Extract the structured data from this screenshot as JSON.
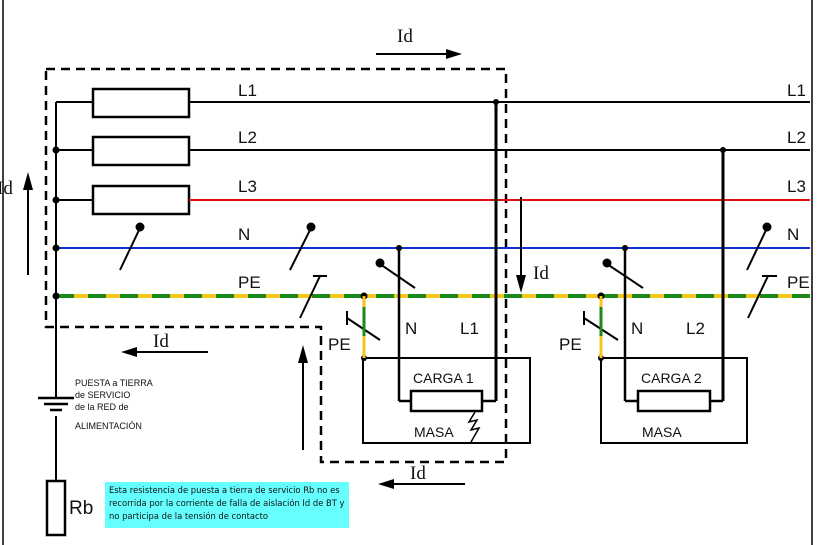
{
  "colors": {
    "L1": "#000000",
    "L2": "#000000",
    "L3": "#e01010",
    "N": "#1030d0",
    "PE_green": "#1a8a1a",
    "PE_yellow": "#f5c518",
    "note_bg": "#66ffff"
  },
  "left_labels": {
    "L1": "L1",
    "L2": "L2",
    "L3": "L3",
    "N": "N",
    "PE": "PE"
  },
  "right_labels": {
    "L1": "L1",
    "L2": "L2",
    "L3": "L3",
    "N": "N",
    "PE": "PE"
  },
  "currents": {
    "top": "Id",
    "left": "Id",
    "bottom_left": "Id",
    "bottom": "Id",
    "fault": "Id"
  },
  "load1": {
    "title": "CARGA 1",
    "frame": "MASA",
    "n": "N",
    "phase": "L1",
    "pe": "PE"
  },
  "load2": {
    "title": "CARGA 2",
    "frame": "MASA",
    "n": "N",
    "phase": "L2",
    "pe": "PE"
  },
  "earthing": {
    "lines": [
      "PUESTA a TIERRA",
      "de SERVICIO",
      "de la RED de",
      "ALIMENTACIÓN"
    ],
    "resistor": "Rb"
  },
  "note": {
    "text": "Esta resistencia de puesta a tierra de servicio Rb no es recorrida por la corriente de falla de aislación Id de BT y no participa de la tensión de contacto"
  }
}
